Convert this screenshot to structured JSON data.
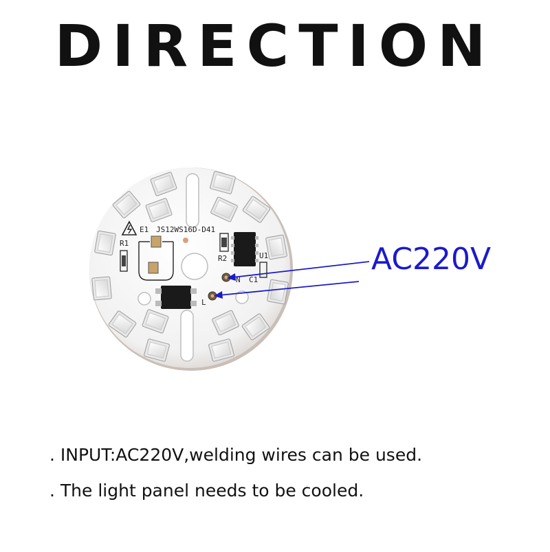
{
  "title": "DIRECTION",
  "board": {
    "model_text": "JS12WS16D-D41",
    "labels": {
      "e1": "E1",
      "r1": "R1",
      "r2": "R2",
      "u1": "U1",
      "c1": "C1",
      "n": "N",
      "l": "L"
    }
  },
  "voltage_label": "AC220V",
  "notes": [
    ". INPUT:AC220V,welding wires can be used.",
    ". The light panel needs to be cooled."
  ],
  "colors": {
    "title": "#111111",
    "voltage_label": "#1a1acc",
    "arrow": "#1a1acc",
    "board": "#f4f4f4",
    "board_edge": "#c9bfb8",
    "silkscreen": "#222222"
  }
}
